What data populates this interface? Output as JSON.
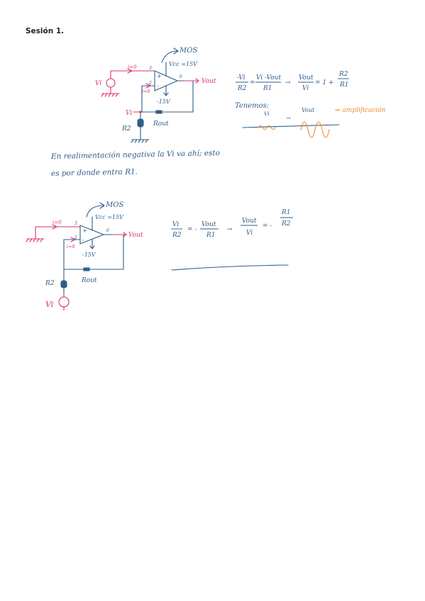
{
  "document": {
    "heading": "Sesión 1."
  },
  "colors": {
    "ink_blue": "#2f5d8a",
    "ink_pink": "#e0306a",
    "ink_orange": "#f08a2c",
    "text_dark": "#222222"
  },
  "circuit1": {
    "top_label": "MOS",
    "vcc_label": "Vcc =15V",
    "vee_label": "-15V",
    "input_current": "i=0",
    "inv_current": "i=0",
    "pin_noninv": "3",
    "pin_inv": "2",
    "pin_out": "6",
    "plus_sign": "+",
    "minus_sign": "-",
    "vi_left": "Vi",
    "vout_label": "Vout",
    "vi_node": "Vi",
    "r2_label": "R2",
    "rout_label": "Rout"
  },
  "equation1": {
    "lhs_num": "-Vi",
    "lhs_den": "R2",
    "eq": "=",
    "mid_num": "Vi -Vout",
    "mid_den": "R1",
    "arrow": "→",
    "ratio_num": "Vout",
    "ratio_den": "Vi",
    "rhs_prefix": "= 1 +",
    "rhs_num": "R2",
    "rhs_den": "R1"
  },
  "tenemos": {
    "label": "Tenemos:",
    "vi": "Vi",
    "arrow": "→",
    "vout": "Vout",
    "amp_note": "⇒ amplificación"
  },
  "note": {
    "line1": "En realimentación negativa la Vi va ahí; esto",
    "line2": "es por donde entra R1."
  },
  "circuit2": {
    "top_label": "MOS",
    "vcc_label": "Vcc =15V",
    "vee_label": "-15V",
    "input_current": "i=0",
    "inv_current": "i=0",
    "pin_noninv": "3",
    "pin_inv": "2",
    "pin_out": "6",
    "plus_sign": "+",
    "minus_sign": "-",
    "vout_label": "Vout",
    "r2_label": "R2",
    "rout_label": "Rout",
    "vi_label": "Vi"
  },
  "equation2": {
    "lhs_num": "Vi",
    "lhs_den": "R2",
    "eq": "= -",
    "mid_num": "Vout",
    "mid_den": "R1",
    "arrow": "→",
    "ratio_num": "Vout",
    "ratio_den": "Vi",
    "rhs_prefix": "= -",
    "rhs_num": "R1",
    "rhs_den": "R2"
  }
}
